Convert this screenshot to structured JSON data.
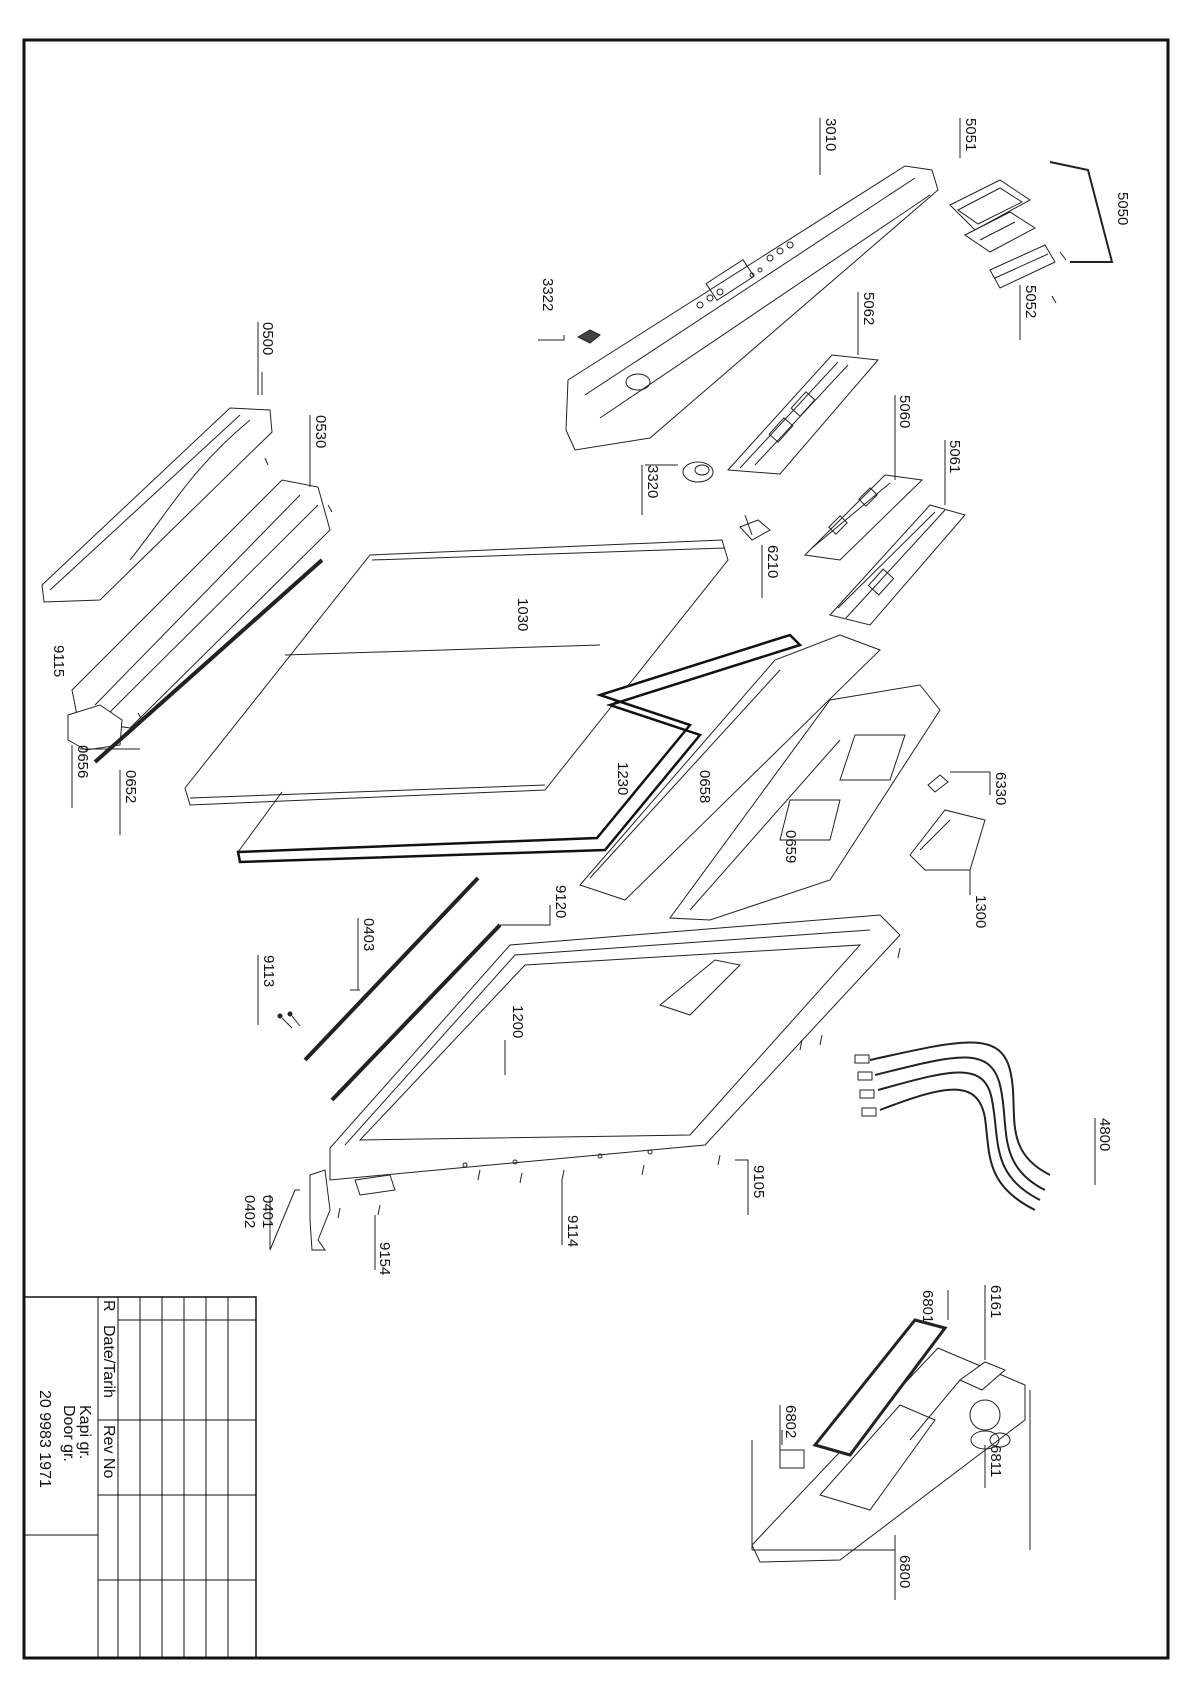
{
  "part_labels": {
    "p3010": "3010",
    "p5051": "5051",
    "p5050": "5050",
    "p5052": "5052",
    "p3322": "3322",
    "p5062": "5062",
    "p0500": "0500",
    "p0530": "0530",
    "p5060": "5060",
    "p5061": "5061",
    "p3320": "3320",
    "p6210": "6210",
    "p1030": "1030",
    "p9115": "9115",
    "p0656": "0656",
    "p0652": "0652",
    "p1230": "1230",
    "p0658": "0658",
    "p6330": "6330",
    "p0659": "0659",
    "p1300": "1300",
    "p0403": "0403",
    "p9120": "9120",
    "p9113": "9113",
    "p1200": "1200",
    "p4800": "4800",
    "p9105": "9105",
    "p0401": "0401",
    "p0402": "0402",
    "p9114": "9114",
    "p9154": "9154",
    "p6801": "6801",
    "p6161": "6161",
    "p6802": "6802",
    "p6811": "6811",
    "p6800": "6800"
  },
  "title_block": {
    "rev_header": "R",
    "date_header": "Date/Tarih",
    "revno_header": "Rev No",
    "name_tr": "Kapi gr.",
    "name_en": "Door gr.",
    "drawing_number": "20 9983 1971"
  }
}
